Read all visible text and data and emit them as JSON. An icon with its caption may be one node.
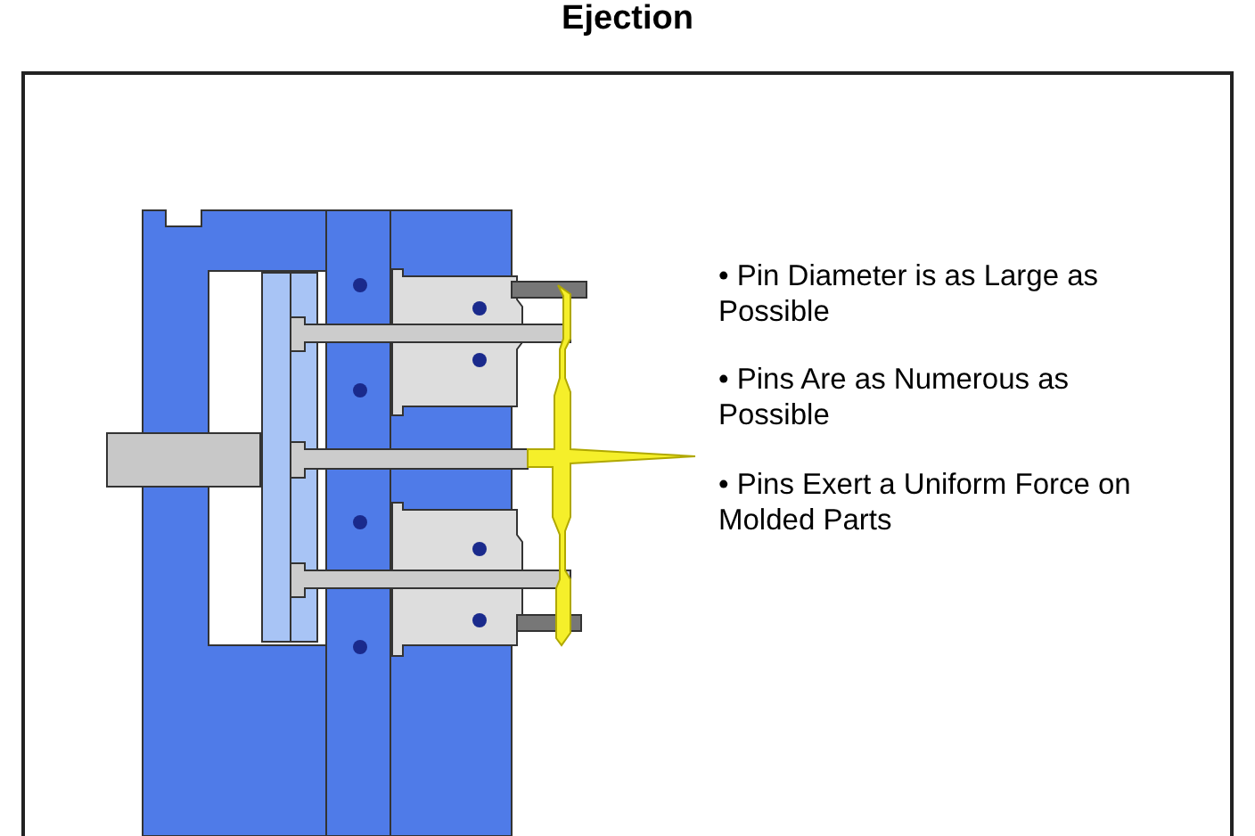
{
  "diagram": {
    "title": "Ejection",
    "labels": [
      "• Pin Diameter is as Large as Possible",
      "• Pins Are as Numerous as Possible",
      "• Pins Exert a Uniform Force on Molded Parts"
    ]
  }
}
